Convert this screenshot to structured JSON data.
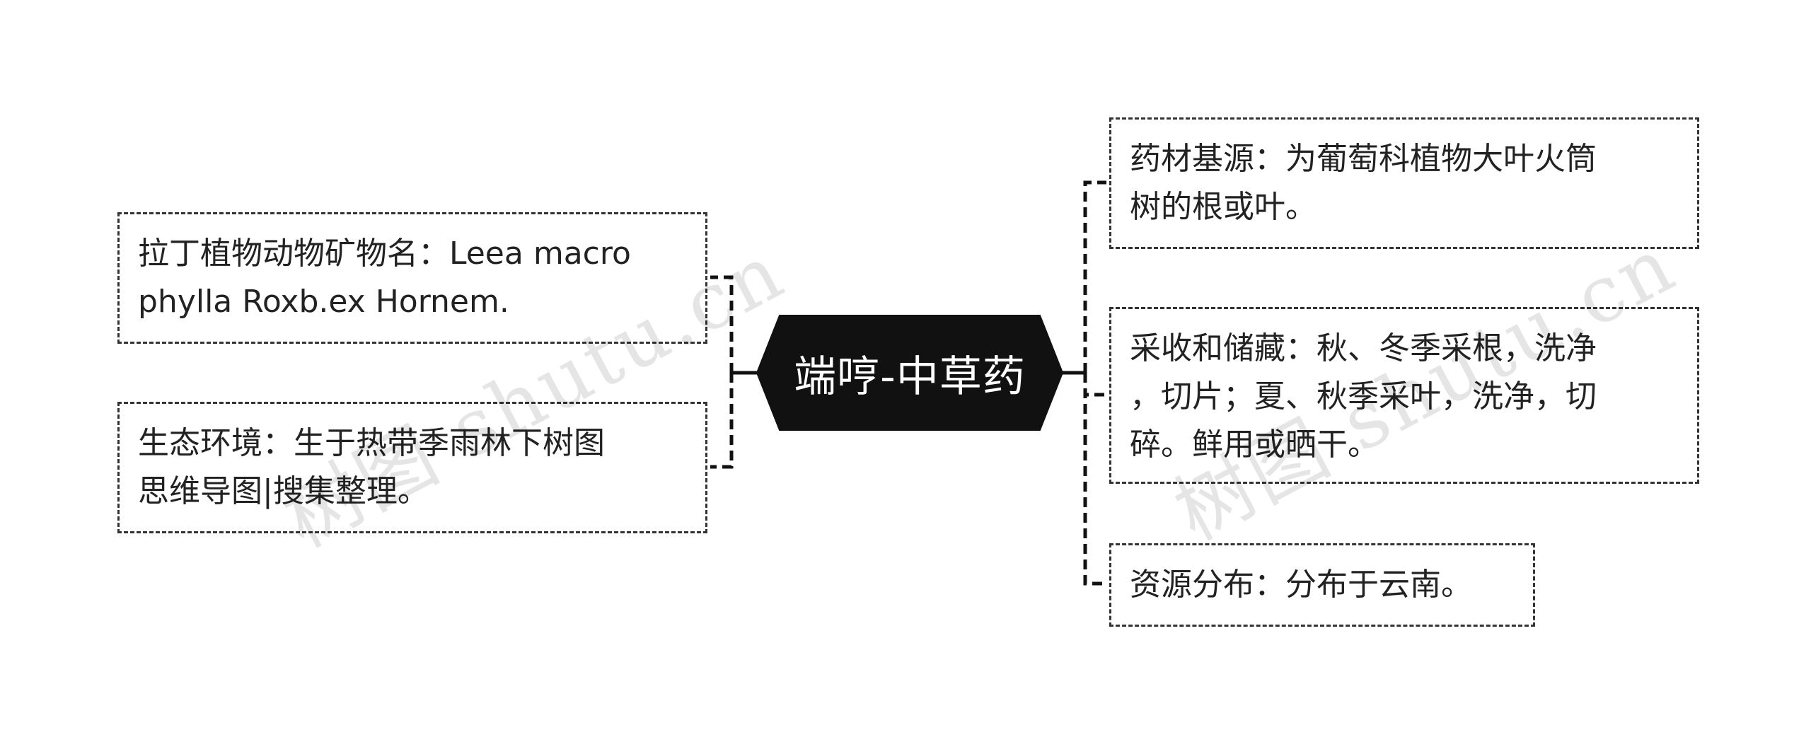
{
  "central": {
    "label": "端哼-中草药"
  },
  "left_branches": [
    {
      "text": "拉丁植物动物矿物名：Leea macro\nphylla Roxb.ex Hornem."
    },
    {
      "text": "生态环境：生于热带季雨林下树图\n思维导图|搜集整理。"
    }
  ],
  "right_branches": [
    {
      "text": "药材基源：为葡萄科植物大叶火筒\n树的根或叶。"
    },
    {
      "text": "采收和储藏：秋、冬季采根，洗净\n，切片；夏、秋季采叶，洗净，切\n碎。鲜用或晒干。"
    },
    {
      "text": "资源分布：分布于云南。"
    }
  ],
  "watermark": {
    "text": "树图 shutu.cn"
  },
  "colors": {
    "central_fill": "#111111",
    "connector": "#111111",
    "border": "#333333"
  }
}
